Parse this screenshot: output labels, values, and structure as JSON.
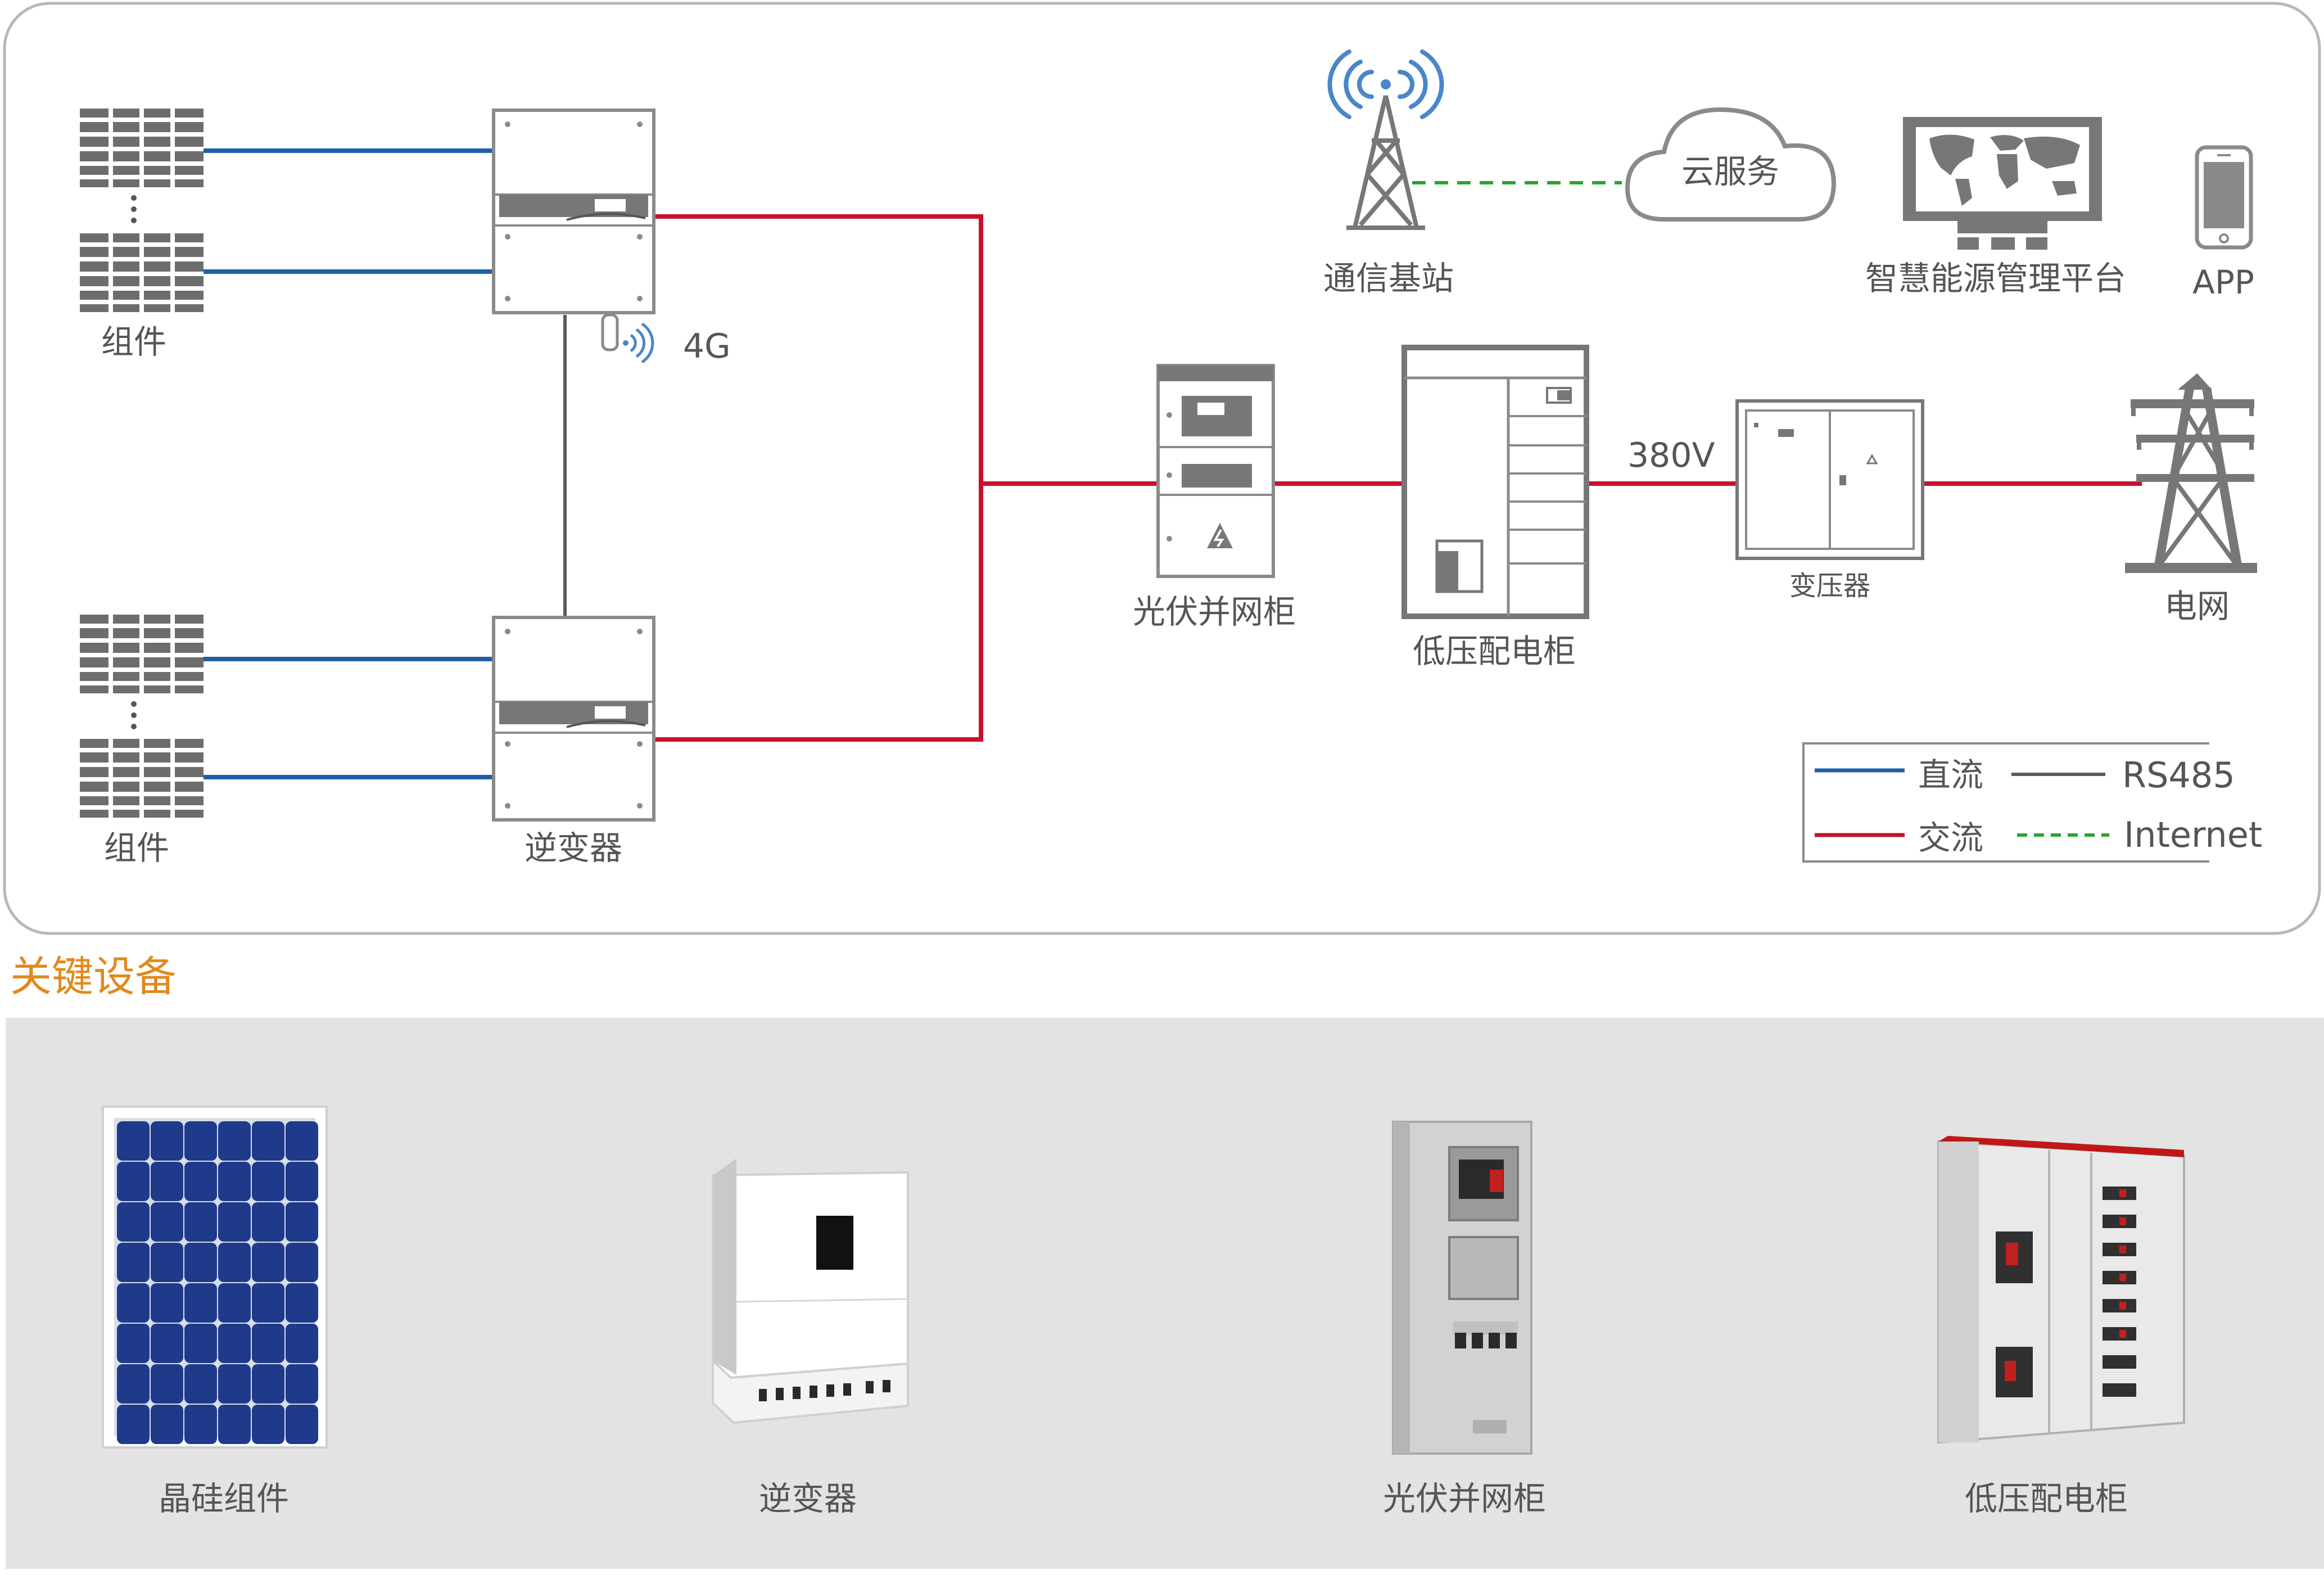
{
  "diagram": {
    "pv_label_top": "组件",
    "pv_label_bottom": "组件",
    "inverter_label": "逆变器",
    "signal_4g_label": "4G",
    "pv_grid_cabinet_label": "光伏并网柜",
    "lv_cabinet_label": "低压配电柜",
    "voltage_label": "380V",
    "transformer_label": "变压器",
    "grid_label": "电网",
    "base_station_label": "通信基站",
    "cloud_label": "云服务",
    "platform_label": "智慧能源管理平台",
    "app_label": "APP"
  },
  "legend": {
    "dc_label": "直流",
    "rs485_label": "RS485",
    "ac_label": "交流",
    "internet_label": "Internet"
  },
  "colors": {
    "dc_line": "#1f5fa6",
    "ac_line": "#c8102e",
    "rs485_line": "#5a5a5a",
    "internet_line": "#2aa52a",
    "device_stroke": "#8a8a8a",
    "accent_title": "#e08a1e",
    "wireless_blue": "#4a86c8"
  },
  "key_equipment": {
    "title": "关键设备",
    "items": [
      {
        "label": "晶硅组件",
        "icon": "solar-panel-photo"
      },
      {
        "label": "逆变器",
        "icon": "inverter-photo"
      },
      {
        "label": "光伏并网柜",
        "icon": "pv-grid-cabinet-photo"
      },
      {
        "label": "低压配电柜",
        "icon": "lv-switchgear-photo"
      }
    ]
  }
}
